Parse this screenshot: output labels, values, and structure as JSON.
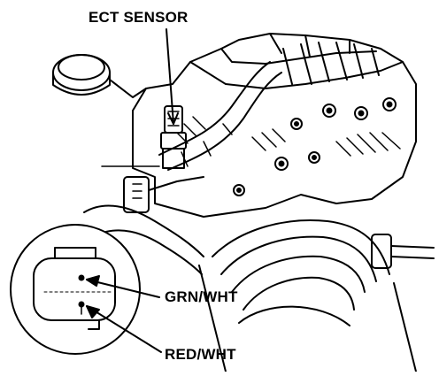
{
  "labels": {
    "ect_sensor": "ECT SENSOR",
    "grn_wht": "GRN/WHT",
    "red_wht": "RED/WHT"
  },
  "colors": {
    "ink": "#000000",
    "paper": "#ffffff"
  }
}
